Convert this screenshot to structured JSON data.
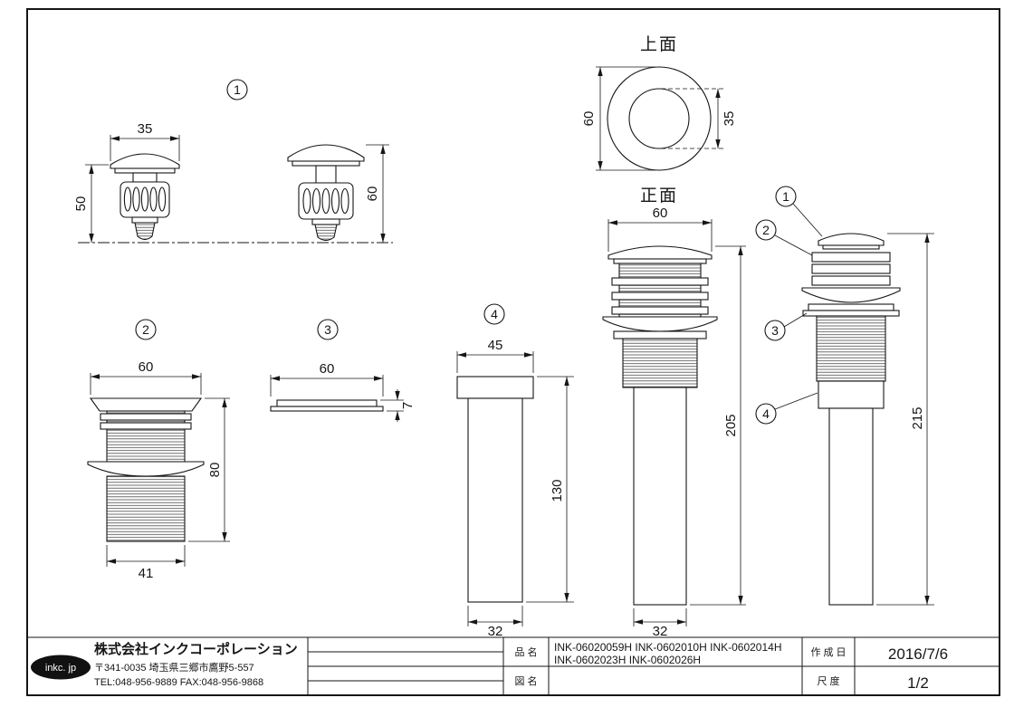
{
  "drawing": {
    "section_labels": {
      "top_view": "上面",
      "front_view": "正面"
    },
    "callouts": {
      "n1": "1",
      "n2": "2",
      "n3": "3",
      "n4": "4"
    },
    "dims": {
      "p1_w": "35",
      "p1_h_down": "50",
      "p1_h_up": "60",
      "tv_outer": "60",
      "tv_inner": "35",
      "fv_w": "60",
      "fv_h": "205",
      "fv_b": "32",
      "sv_h": "215",
      "p2_w": "60",
      "p2_h": "80",
      "p2_b": "41",
      "p3_w": "60",
      "p3_t": "7",
      "p4_w": "45",
      "p4_h": "130",
      "p4_b": "32"
    }
  },
  "title_block": {
    "logo_text": "inkc. jp",
    "company_name": "株式会社インクコーポレーション",
    "company_address": "〒341-0035 埼玉県三郷市鷹野5-557",
    "company_tel": "TEL:048-956-9889 FAX:048-956-9868",
    "part_name_label": "品 名",
    "part_numbers_line1": "INK-06020059H INK-0602010H INK-0602014H",
    "part_numbers_line2": "INK-0602023H INK-0602026H",
    "drawing_name_label": "図 名",
    "created_label": "作 成 日",
    "created_value": "2016/7/6",
    "scale_label": "尺 度",
    "scale_value": "1/2"
  }
}
